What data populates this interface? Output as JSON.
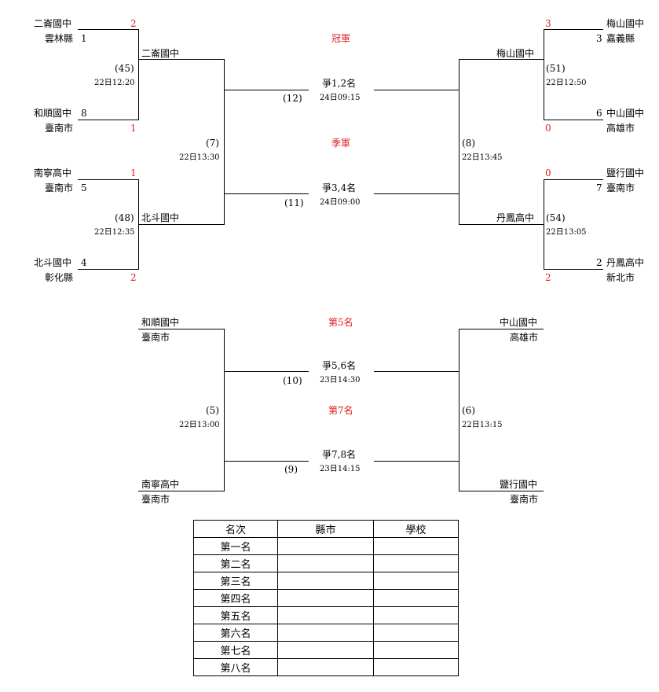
{
  "q1": {
    "top_name": "二崙國中",
    "top_county": "雲林縣",
    "top_seed": "1",
    "top_score": "2",
    "bot_name": "和順國中",
    "bot_county": "臺南市",
    "bot_seed": "8",
    "bot_score": "1",
    "game": "(45)",
    "time": "22日12:20",
    "winner": "二崙國中"
  },
  "q2": {
    "top_name": "南寧高中",
    "top_county": "臺南市",
    "top_seed": "5",
    "top_score": "1",
    "bot_name": "北斗國中",
    "bot_county": "彰化縣",
    "bot_seed": "4",
    "bot_score": "2",
    "game": "(48)",
    "time": "22日12:35",
    "winner": "北斗國中"
  },
  "q3": {
    "top_name": "梅山國中",
    "top_county": "嘉義縣",
    "top_seed": "3",
    "top_score": "3",
    "bot_name": "中山國中",
    "bot_county": "高雄市",
    "bot_seed": "6",
    "bot_score": "0",
    "game": "(51)",
    "time": "22日12:50",
    "winner": "梅山國中"
  },
  "q4": {
    "top_name": "鹽行國中",
    "top_county": "臺南市",
    "top_seed": "7",
    "top_score": "0",
    "bot_name": "丹鳳高中",
    "bot_county": "新北市",
    "bot_seed": "2",
    "bot_score": "2",
    "game": "(54)",
    "time": "22日13:05",
    "winner": "丹鳳高中"
  },
  "semi_left": {
    "game": "(7)",
    "time": "22日13:30"
  },
  "semi_right": {
    "game": "(8)",
    "time": "22日13:45"
  },
  "final": {
    "title": "冠軍",
    "label": "爭1,2名",
    "game": "(12)",
    "time": "24日09:15"
  },
  "third": {
    "title": "季軍",
    "label": "爭3,4名",
    "game": "(11)",
    "time": "24日09:00"
  },
  "consolation": {
    "left_top_name": "和順國中",
    "left_top_county": "臺南市",
    "left_bot_name": "南寧高中",
    "left_bot_county": "臺南市",
    "right_top_name": "中山國中",
    "right_top_county": "高雄市",
    "right_bot_name": "鹽行國中",
    "right_bot_county": "臺南市",
    "left_game": "(5)",
    "left_time": "22日13:00",
    "right_game": "(6)",
    "right_time": "22日13:15",
    "fifth_title": "第5名",
    "fifth_label": "爭5,6名",
    "fifth_game": "(10)",
    "fifth_time": "23日14:30",
    "seventh_title": "第7名",
    "seventh_label": "爭7,8名",
    "seventh_game": "(9)",
    "seventh_time": "23日14:15"
  },
  "standings": {
    "headers": [
      "名次",
      "縣市",
      "學校"
    ],
    "rows": [
      "第一名",
      "第二名",
      "第三名",
      "第四名",
      "第五名",
      "第六名",
      "第七名",
      "第八名"
    ]
  },
  "colors": {
    "score": "#e31b1b",
    "title": "#e31b1b",
    "line": "#000000"
  }
}
